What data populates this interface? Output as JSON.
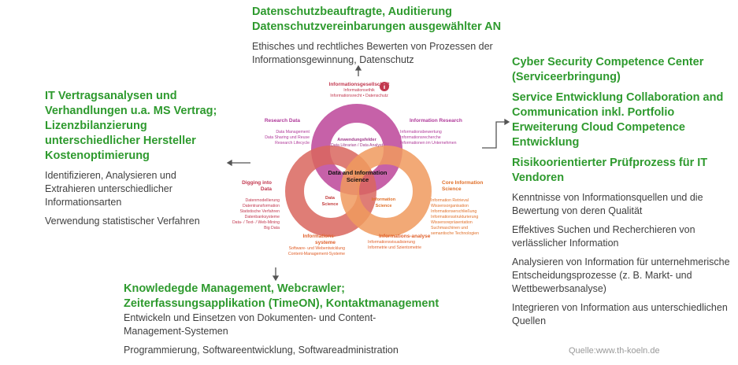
{
  "top": {
    "headings": [
      "Datenschutzbeauftragte, Auditierung",
      "Datenschutzvereinbarungen ausgewählter AN"
    ],
    "texts": [
      "Ethisches und rechtliches Bewerten von Prozessen der Informationsgewinnung, Datenschutz"
    ]
  },
  "left": {
    "headings": [
      "IT Vertragsanalysen und Verhandlungen u.a. MS Vertrag; Lizenzbilanzierung unterschiedlicher Hersteller Kostenoptimierung"
    ],
    "texts": [
      "Identifizieren, Analysieren und Extrahieren unterschiedlicher Informationsarten",
      "Verwendung statistischer Verfahren"
    ]
  },
  "right": {
    "headings": [
      "Cyber Security Competence Center (Serviceerbringung)",
      "Service Entwicklung Collaboration and Communication inkl. Portfolio Erweiterung Cloud Competence Entwicklung",
      "Risikoorientierter Prüfprozess für IT Vendoren"
    ],
    "texts": [
      "Kenntnisse von Informationsquellen und die Bewertung von deren Qualität",
      "Effektives Suchen und Recherchieren von verlässlicher Information",
      "Analysieren von Information für unternehmerische Entscheidungsprozesse (z. B. Markt- und Wettbewerbsanalyse)",
      "Integrieren von Information aus unterschiedlichen Quellen"
    ]
  },
  "bottom": {
    "headings": [
      "Knowledegde Management, Webcrawler;",
      "Zeiterfassungsapplikation (TimeON), Kontaktmanagement"
    ],
    "texts": [
      "Entwickeln und Einsetzen von Dokumenten- und Content-Management-Systemen",
      "Programmierung, Softwareentwicklung, Softwareadministration"
    ]
  },
  "source": "Quelle:www.th-koeln.de",
  "diagram": {
    "center": "Data and Information Science",
    "anwendung": "Anwendungsfelder",
    "anwendung_sub": "Data Librarian / Data Analyst",
    "data_science": "Data Science",
    "info_science": "Information Science",
    "gesellschaft": {
      "title": "Informationsgesellschaft",
      "items": "Informationsethik\nInformationsrecht • Datenschutz"
    },
    "research_data": {
      "title": "Research Data",
      "items": "Data Management\nData Sharing und Reuse\nResearch Lifecycle"
    },
    "info_research": {
      "title": "Information Research",
      "items": "Informationsbewertung\nInformationsrecherche\nInformationen im Unternehmen"
    },
    "digging": {
      "title": "Digging into Data",
      "items": "Datenmodellierung\nDatentransformation\nStatistische Verfahren\nDatenbanksysteme\nData- / Text- / Web-Mining\nBig Data"
    },
    "core": {
      "title": "Core Information Science",
      "items": "Information Retrieval\nWissensorganisation\nInformationserschließung\nInformationsstrukturierung\nWissensrepräsentation\nSuchmaschinen und\nsemantische Technologien"
    },
    "systeme": {
      "title": "Informations-systeme",
      "items": "Software- und Webentwicklung\nContent-Management-Systeme"
    },
    "analyse": {
      "title": "Informations-analyse",
      "items": "Informationsvisualisierung\nInformetrie und Szientometrie"
    }
  },
  "colors": {
    "green": "#2e9a2e",
    "magenta": "#c0509e",
    "red": "#d9665e",
    "orange": "#f09a5e"
  }
}
